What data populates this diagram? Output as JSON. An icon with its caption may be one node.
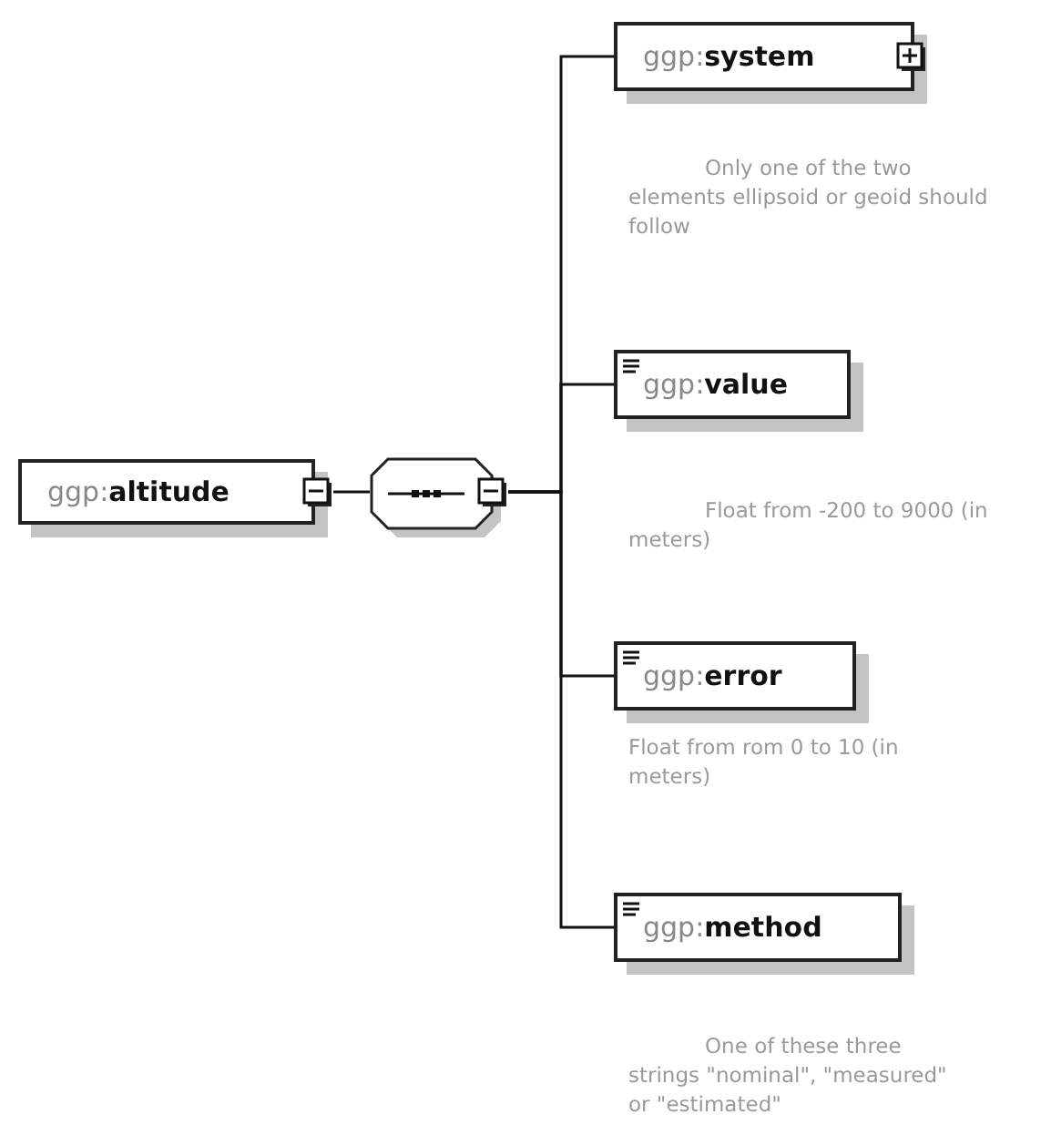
{
  "diagram": {
    "nodes": [
      {
        "text": [
          "ggp:**altitude**"
        ]
      },
      {
        "text": [],
        "shape": "octagon"
      },
      {
        "text": [
          "ggp:**system**"
        ],
        "beside": [
          "Only one of the two elements ellipsoid or geoid should follow"
        ]
      },
      {
        "text": [
          "ggp:**value**"
        ],
        "beside": [
          "Float from -200 to 9000 (in meters)"
        ]
      },
      {
        "text": [
          "ggp:**error**"
        ],
        "beside": [
          "Float from rom 0 to 10 (in meters)"
        ]
      },
      {
        "text": [
          "ggp:**method**"
        ],
        "beside": [
          "One of these three strings \"nominal\", \"measured\" or \"estimated\""
        ]
      }
    ],
    "edges": [
      {
        "from": 0,
        "to": 1,
        "arrow": "none"
      },
      {
        "from": 1,
        "to": 2,
        "arrow": "none"
      },
      {
        "from": 1,
        "to": 3,
        "arrow": "none"
      },
      {
        "from": 1,
        "to": 4,
        "arrow": "none"
      },
      {
        "from": 1,
        "to": 5,
        "arrow": "none"
      }
    ]
  }
}
